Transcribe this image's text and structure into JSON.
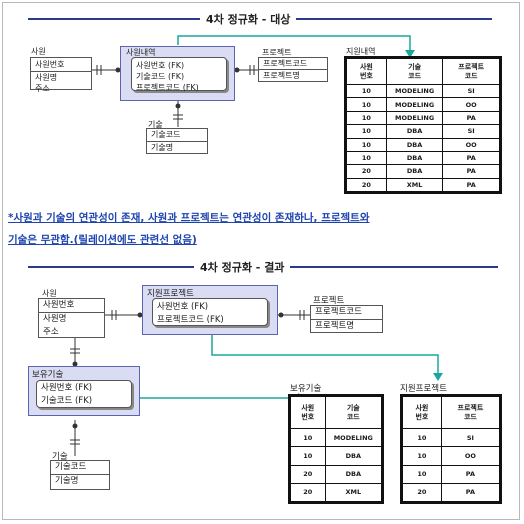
{
  "top": {
    "title": "4차 정규화 - 대상",
    "employee": {
      "label": "사원",
      "key": "사원번호",
      "attrs": [
        "사원명",
        "주소"
      ]
    },
    "assign": {
      "label": "사원내역",
      "keys": [
        "사원번호 (FK)",
        "기술코드 (FK)",
        "프로젝트코드 (FK)"
      ]
    },
    "project": {
      "label": "프로젝트",
      "key": "프로젝트코드",
      "attrs": [
        "프로젝트명"
      ]
    },
    "skill": {
      "label": "기술",
      "key": "기술코드",
      "attrs": [
        "기술명"
      ]
    },
    "table": {
      "label": "지원내역",
      "headers": [
        [
          "사원",
          "번호"
        ],
        [
          "기술",
          "코드"
        ],
        [
          "프로젝트",
          "코드"
        ]
      ],
      "rows": [
        [
          "10",
          "MODELING",
          "SI"
        ],
        [
          "10",
          "MODELING",
          "OO"
        ],
        [
          "10",
          "MODELING",
          "PA"
        ],
        [
          "10",
          "DBA",
          "SI"
        ],
        [
          "10",
          "DBA",
          "OO"
        ],
        [
          "10",
          "DBA",
          "PA"
        ],
        [
          "20",
          "DBA",
          "PA"
        ],
        [
          "20",
          "XML",
          "PA"
        ]
      ]
    }
  },
  "note": {
    "line1": "*사원과 기술의 연관성이 존재, 사원과 프로젝트는 연관성이 존재하나, 프로젝트와",
    "line2": "기술은 무관함.(릴레이션에도 관련선 없음)"
  },
  "bottom": {
    "title": "4차 정규화 - 결과",
    "employee": {
      "label": "사원",
      "key": "사원번호",
      "attrs": [
        "사원명",
        "주소"
      ]
    },
    "support": {
      "label": "지원프로젝트",
      "keys": [
        "사원번호 (FK)",
        "프로젝트코드 (FK)"
      ]
    },
    "project": {
      "label": "프로젝트",
      "key": "프로젝트코드",
      "attrs": [
        "프로젝트명"
      ]
    },
    "owned": {
      "label": "보유기술",
      "keys": [
        "사원번호 (FK)",
        "기술코드 (FK)"
      ]
    },
    "skill": {
      "label": "기술",
      "key": "기술코드",
      "attrs": [
        "기술명"
      ]
    },
    "table1": {
      "label": "보유기술",
      "headers": [
        [
          "사원",
          "번호"
        ],
        [
          "기술",
          "코드"
        ]
      ],
      "rows": [
        [
          "10",
          "MODELING"
        ],
        [
          "10",
          "DBA"
        ],
        [
          "20",
          "DBA"
        ],
        [
          "20",
          "XML"
        ]
      ]
    },
    "table2": {
      "label": "지원프로젝트",
      "headers": [
        [
          "사원",
          "번호"
        ],
        [
          "프로젝트",
          "코드"
        ]
      ],
      "rows": [
        [
          "10",
          "SI"
        ],
        [
          "10",
          "OO"
        ],
        [
          "10",
          "PA"
        ],
        [
          "20",
          "PA"
        ]
      ]
    }
  },
  "colors": {
    "rule": "#2a3a8c",
    "highlight": "#d9dcf2",
    "arrow": "#1aa89a",
    "note": "#1f44b0"
  }
}
